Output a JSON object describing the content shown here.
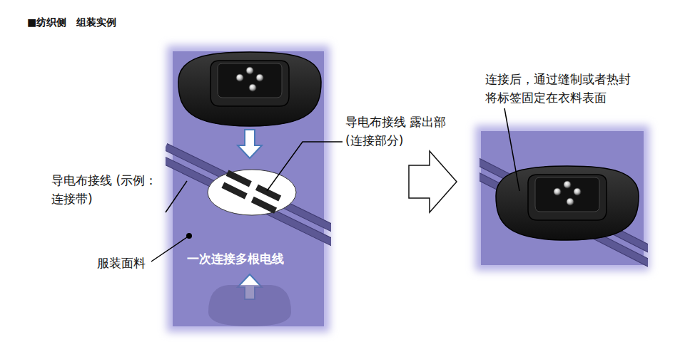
{
  "diagram": {
    "title": "■纺织侧　组装实例",
    "labels": [
      "导电布接线 露出部(连接部分)",
      "导电布接线 (示例：连接带)",
      "服装面料",
      "一次连接多根电线",
      "连接后，通过缝制或者热封 将标签固定在衣料表面"
    ]
  }
}
